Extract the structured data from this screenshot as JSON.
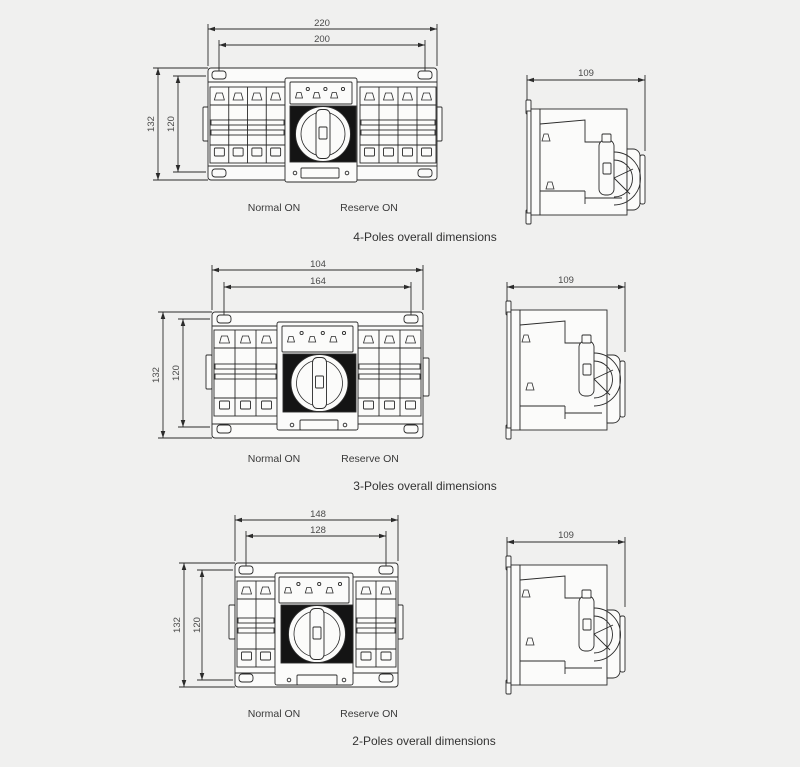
{
  "colors": {
    "background": "#f0f0ef",
    "line": "#2b2b2b",
    "body_fill": "#fbfbfa",
    "rotary_panel": "#141414",
    "text": "#3a3a3a"
  },
  "sections": [
    {
      "caption": "4-Poles overall dimensions",
      "normal_on": "Normal ON",
      "reserve_on": "Reserve ON",
      "front_dims": {
        "outer_width": "220",
        "mounting_width": "200",
        "outer_height": "132",
        "mounting_height": "120"
      },
      "side_dims": {
        "depth": "109"
      }
    },
    {
      "caption": "3-Poles overall dimensions",
      "normal_on": "Normal ON",
      "reserve_on": "Reserve ON",
      "front_dims": {
        "outer_width": "104",
        "mounting_width": "164",
        "outer_height": "132",
        "mounting_height": "120"
      },
      "side_dims": {
        "depth": "109"
      }
    },
    {
      "caption": "2-Poles overall dimensions",
      "normal_on": "Normal ON",
      "reserve_on": "Reserve ON",
      "front_dims": {
        "outer_width": "148",
        "mounting_width": "128",
        "outer_height": "132",
        "mounting_height": "120"
      },
      "side_dims": {
        "depth": "109"
      }
    }
  ]
}
